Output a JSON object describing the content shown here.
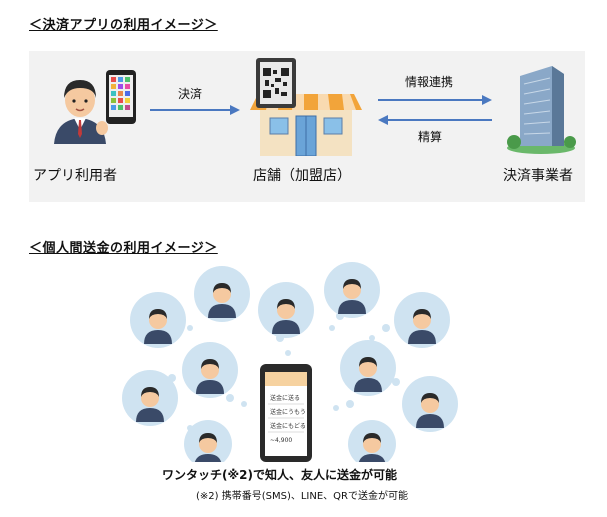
{
  "section1": {
    "heading": "＜決済アプリの利用イメージ＞",
    "actors": {
      "user": "アプリ利用者",
      "store": "店舗（加盟店）",
      "provider": "決済事業者"
    },
    "flows": {
      "payment": "決済",
      "info_link": "情報連携",
      "settlement": "精算"
    }
  },
  "section2": {
    "heading": "＜個人間送金の利用イメージ＞",
    "phone_screen_items": [
      "送金に送る",
      "送金にうもう",
      "送金にもどる",
      "~4,900"
    ],
    "caption": "ワンタッチ(※2)で知人、友人に送金が可能",
    "footnote": "(※2) 携帯番号(SMS)、LINE、QRで送金が可能"
  },
  "colors": {
    "arrow": "#4a78c0",
    "bubble": "#cfe3f1",
    "panel": "#f2f2f2"
  }
}
